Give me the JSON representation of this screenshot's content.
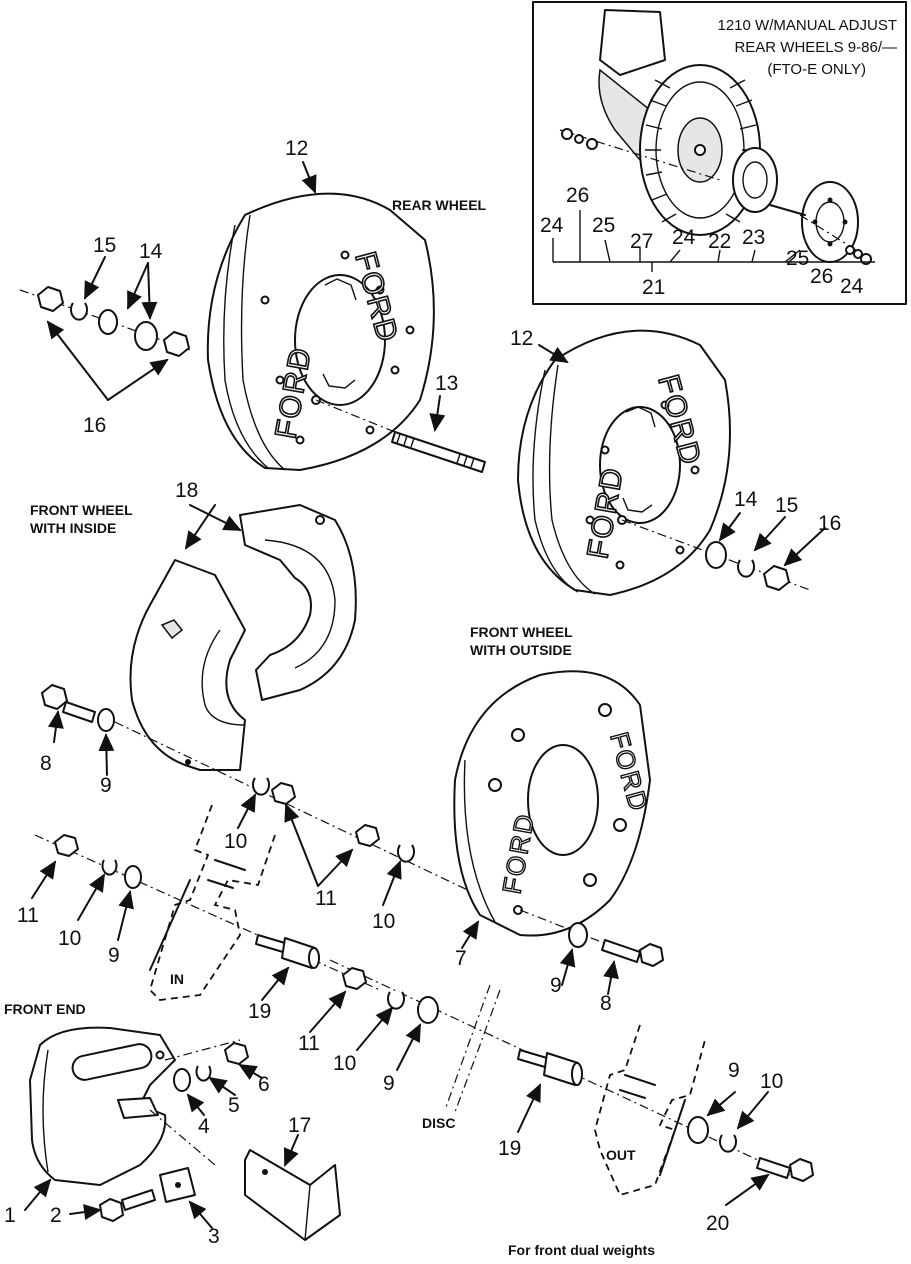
{
  "inset": {
    "line1": "1210 W/MANUAL ADJUST",
    "line2": "REAR WHEELS 9-86/—",
    "line3": "(FTO-E ONLY)"
  },
  "captions": {
    "rear_wheel": "REAR WHEEL",
    "front_inside_1": "FRONT WHEEL",
    "front_inside_2": "WITH INSIDE",
    "front_outside_1": "FRONT WHEEL",
    "front_outside_2": "WITH OUTSIDE",
    "front_end": "FRONT END",
    "in": "IN",
    "out": "OUT",
    "disc": "DISC",
    "footer": "For front dual weights"
  },
  "brand": "FORD",
  "callouts": {
    "n1": "1",
    "n2": "2",
    "n3": "3",
    "n4": "4",
    "n5": "5",
    "n6": "6",
    "n7": "7",
    "n8": "8",
    "n9": "9",
    "n10": "10",
    "n11": "11",
    "n12": "12",
    "n13": "13",
    "n14": "14",
    "n15": "15",
    "n16": "16",
    "n17": "17",
    "n18": "18",
    "n19": "19",
    "n20": "20",
    "n21": "21",
    "n22": "22",
    "n23": "23",
    "n24": "24",
    "n25": "25",
    "n26": "26",
    "n27": "27"
  }
}
